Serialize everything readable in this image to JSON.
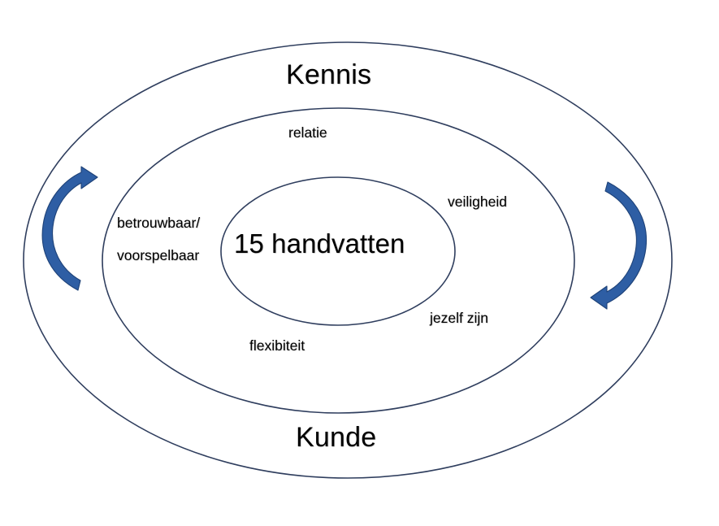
{
  "diagram": {
    "title_top": "Kennis",
    "title_bottom": "Kunde",
    "center_label": "15 handvatten",
    "ring_labels": {
      "relatie": "relatie",
      "veiligheid": "veiligheid",
      "betrouwbaar": "betrouwbaar/",
      "voorspelbaar": "voorspelbaar",
      "jezelf_zijn": "jezelf zijn",
      "flexibiteit": "flexibiteit"
    },
    "arrows": {
      "left": "curved-arrow-up-icon",
      "right": "curved-arrow-down-icon"
    },
    "colors": {
      "arrow_fill": "#2e5ea4",
      "arrow_stroke": "#1e4278",
      "ellipse_stroke": "#2f3e5e",
      "background": "#ffffff",
      "text": "#000000"
    }
  }
}
